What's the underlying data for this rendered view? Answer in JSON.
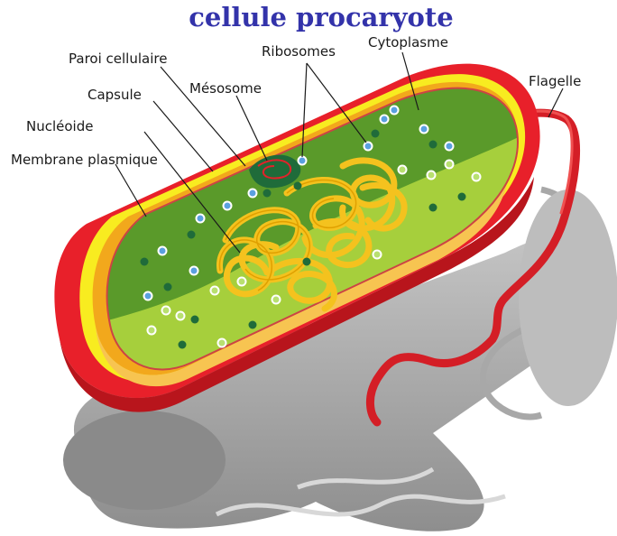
{
  "title": "cellule procaryote",
  "labels": {
    "paroi": "Paroi cellulaire",
    "capsule": "Capsule",
    "nucleoide": "Nucléoide",
    "membrane": "Membrane plasmique",
    "mesosome": "Mésosome",
    "ribosomes": "Ribosomes",
    "cytoplasme": "Cytoplasme",
    "flagelle": "Flagelle"
  },
  "colors": {
    "title": "#3333aa",
    "capsule": "#e8202a",
    "cell_wall": "#f8ec20",
    "membrane_orange": "#f2a81c",
    "cytoplasm_dark": "#5a9a2a",
    "cytoplasm_light": "#a6cf3c",
    "nucleoid": "#f4c21e",
    "ribosome": "#5aa0e0",
    "shadow": "#b0b0b0"
  }
}
